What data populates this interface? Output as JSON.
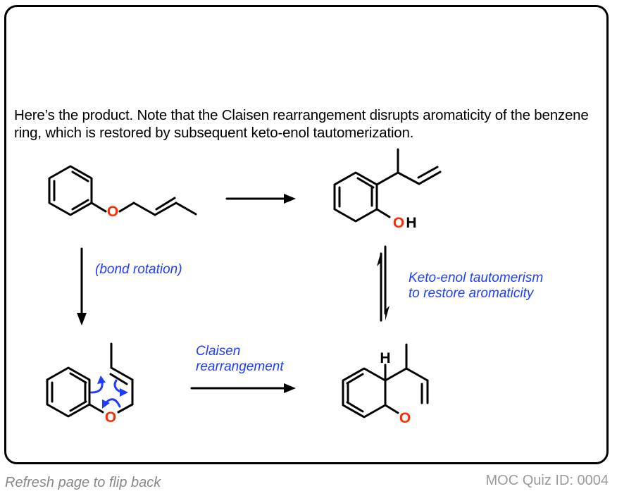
{
  "card": {
    "intro_text": "Here’s the product. Note that the Claisen rearrangement disrupts aromaticity of the benzene ring, which is restored by subsequent keto-enol tautomerization."
  },
  "scheme": {
    "molecules": [
      {
        "id": "allyl-phenyl-ether",
        "atoms": [
          "O"
        ]
      },
      {
        "id": "ortho-allyl-phenol",
        "atoms": [
          "O",
          "H"
        ]
      },
      {
        "id": "rotated-conformer",
        "atoms": [
          "O"
        ]
      },
      {
        "id": "cyclohexadienone",
        "atoms": [
          "H",
          "O"
        ]
      }
    ],
    "labels": {
      "bond_rotation": "(bond rotation)",
      "claisen_line1": "Claisen",
      "claisen_line2": "rearrangement",
      "keto_line1": "Keto-enol tautomerism",
      "keto_line2": "to restore aromaticity"
    },
    "colors": {
      "oxygen": "#ff2a00",
      "annotation": "#1e3cff",
      "bond": "#000000"
    }
  },
  "footer": {
    "flip_back": "Refresh page to flip back",
    "quiz_id": "MOC Quiz ID: 0004"
  }
}
